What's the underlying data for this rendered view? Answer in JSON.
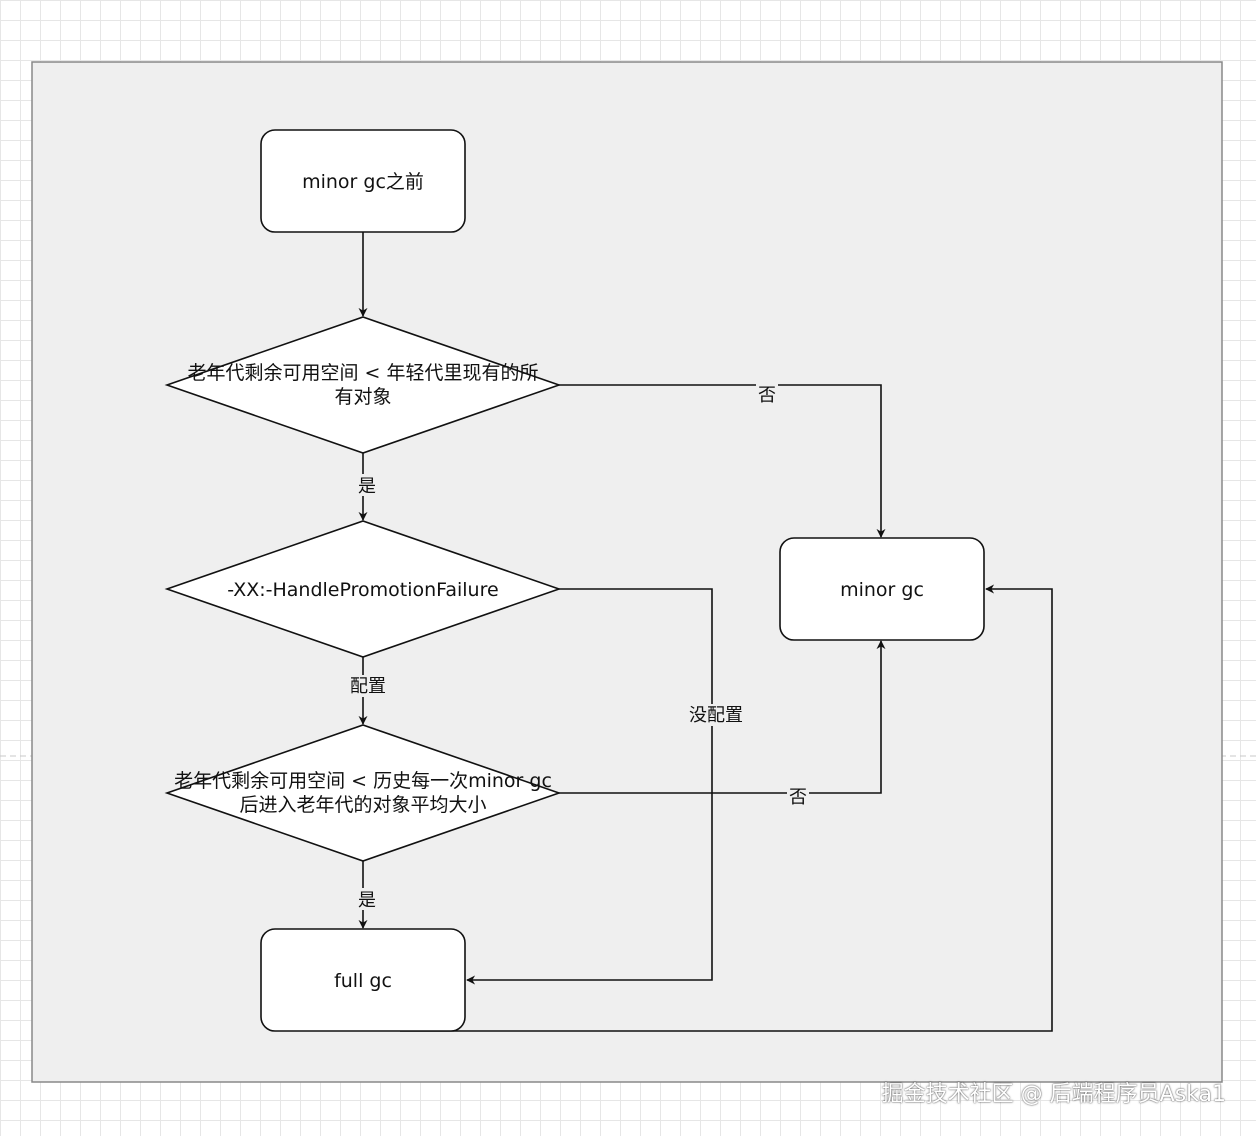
{
  "colors": {
    "panel": "#efefef",
    "stroke": "#111111",
    "node_fill": "#ffffff",
    "grid": "#e6e6e6"
  },
  "nodes": {
    "start": "minor gc之前",
    "cond1_line1": "老年代剩余可用空间 < 年轻代里现有的所",
    "cond1_line2": "有对象",
    "cond2": "-XX:-HandlePromotionFailure",
    "cond3_line1": "老年代剩余可用空间 < 历史每一次minor gc",
    "cond3_line2": "后进入老年代的对象平均大小",
    "minor_gc": "minor gc",
    "full_gc": "full gc"
  },
  "edges": {
    "cond1_no": "否",
    "cond1_yes": "是",
    "cond2_configured": "配置",
    "cond2_not_configured": "没配置",
    "cond3_no": "否",
    "cond3_yes": "是"
  },
  "watermark": "掘金技术社区 @ 后端程序员Aska1"
}
